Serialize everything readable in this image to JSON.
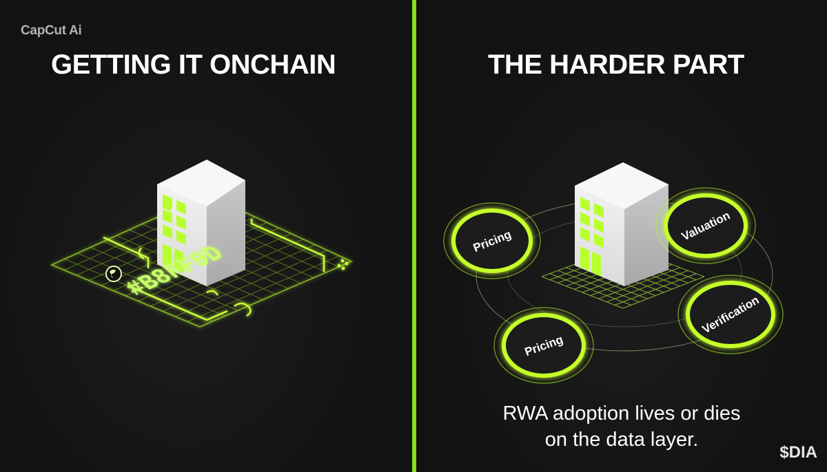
{
  "watermark": "CapCut Ai",
  "left_panel": {
    "title": "GETTING IT ONCHAIN",
    "tag_text": "#B8FF9D"
  },
  "right_panel": {
    "title": "THE HARDER PART",
    "rings": [
      "Pricing",
      "Valuation",
      "Verification",
      "Pricing"
    ],
    "caption_line1": "RWA adoption lives or dies",
    "caption_line2": "on the data layer."
  },
  "brand": "$DIA",
  "colors": {
    "accent": "#b8ff2e",
    "divider": "#8be01c",
    "background": "#151515"
  },
  "icons": [
    "building-icon",
    "globe-icon"
  ]
}
